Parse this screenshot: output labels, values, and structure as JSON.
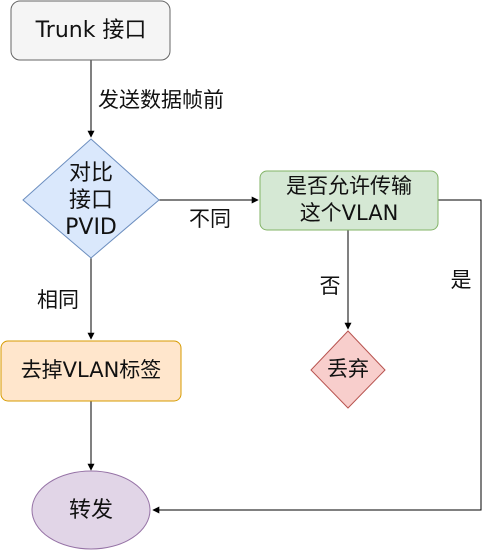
{
  "nodes": {
    "start": {
      "label": "Trunk 接口"
    },
    "compare": {
      "lines": [
        "对比",
        "接口",
        "PVID"
      ]
    },
    "allow": {
      "lines": [
        "是否允许传输",
        "这个VLAN"
      ]
    },
    "strip": {
      "label": "去掉VLAN标签"
    },
    "drop": {
      "label": "丢弃"
    },
    "forward": {
      "label": "转发"
    }
  },
  "edges": {
    "before_send": "发送数据帧前",
    "different": "不同",
    "same": "相同",
    "no": "否",
    "yes": "是"
  },
  "colors": {
    "start_fill": "#f5f5f5",
    "start_stroke": "#666666",
    "compare_fill": "#dae8fc",
    "compare_stroke": "#6c8ebf",
    "allow_fill": "#d5e8d4",
    "allow_stroke": "#82b366",
    "strip_fill": "#ffe6cc",
    "strip_stroke": "#d79b00",
    "drop_fill": "#f8cecc",
    "drop_stroke": "#b85450",
    "forward_fill": "#e1d5e7",
    "forward_stroke": "#9673a6"
  }
}
